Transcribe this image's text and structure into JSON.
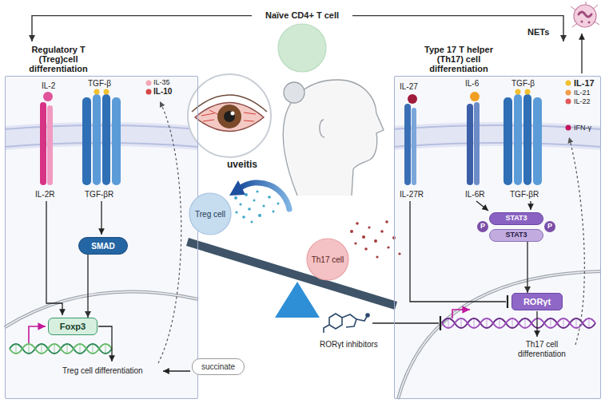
{
  "diagram": {
    "nodes": [
      {
        "text": [
          "Naïve CD4+ T cell"
        ]
      },
      {
        "text": [
          "Regulatory T (Treg)cell differentiation"
        ]
      },
      {
        "text": [
          "Type 17 T helper (Th17) cell differentiation"
        ]
      },
      {
        "text": [
          "SMAD"
        ],
        "in": 1
      },
      {
        "text": [
          "Foxp3"
        ],
        "in": 1
      },
      {
        "text": [
          "succinate"
        ]
      },
      {
        "text": [
          "Treg cell"
        ]
      },
      {
        "text": [
          "Th17 cell"
        ]
      },
      {
        "text": [
          "STAT3"
        ],
        "in": 2
      },
      {
        "text": [
          "STAT3"
        ],
        "in": 2
      },
      {
        "text": [
          "RORγt"
        ],
        "in": 2
      }
    ],
    "edges": [
      {
        "from": 0,
        "to": 1,
        "arrow": "to"
      },
      {
        "from": 0,
        "to": 2,
        "arrow": "to"
      },
      {
        "from": 3,
        "to": 4,
        "arrow": "to"
      },
      {
        "from": 9,
        "to": 10,
        "arrow": "to"
      }
    ],
    "labels": [
      "NETs",
      "uveitis",
      "IL-35",
      "IL-10",
      "IL-2",
      "TGF-β",
      "IL-2R",
      "TGF-βR",
      "Treg cell differentiation",
      "IL-17",
      "IL-21",
      "IL-22",
      "IFN-γ",
      "IL-27",
      "IL-6",
      "TGF-β",
      "IL-27R",
      "IL-6R",
      "TGF-βR",
      "P",
      "P",
      "Th17 cell differentiation",
      "RORγt inhibitors"
    ]
  }
}
